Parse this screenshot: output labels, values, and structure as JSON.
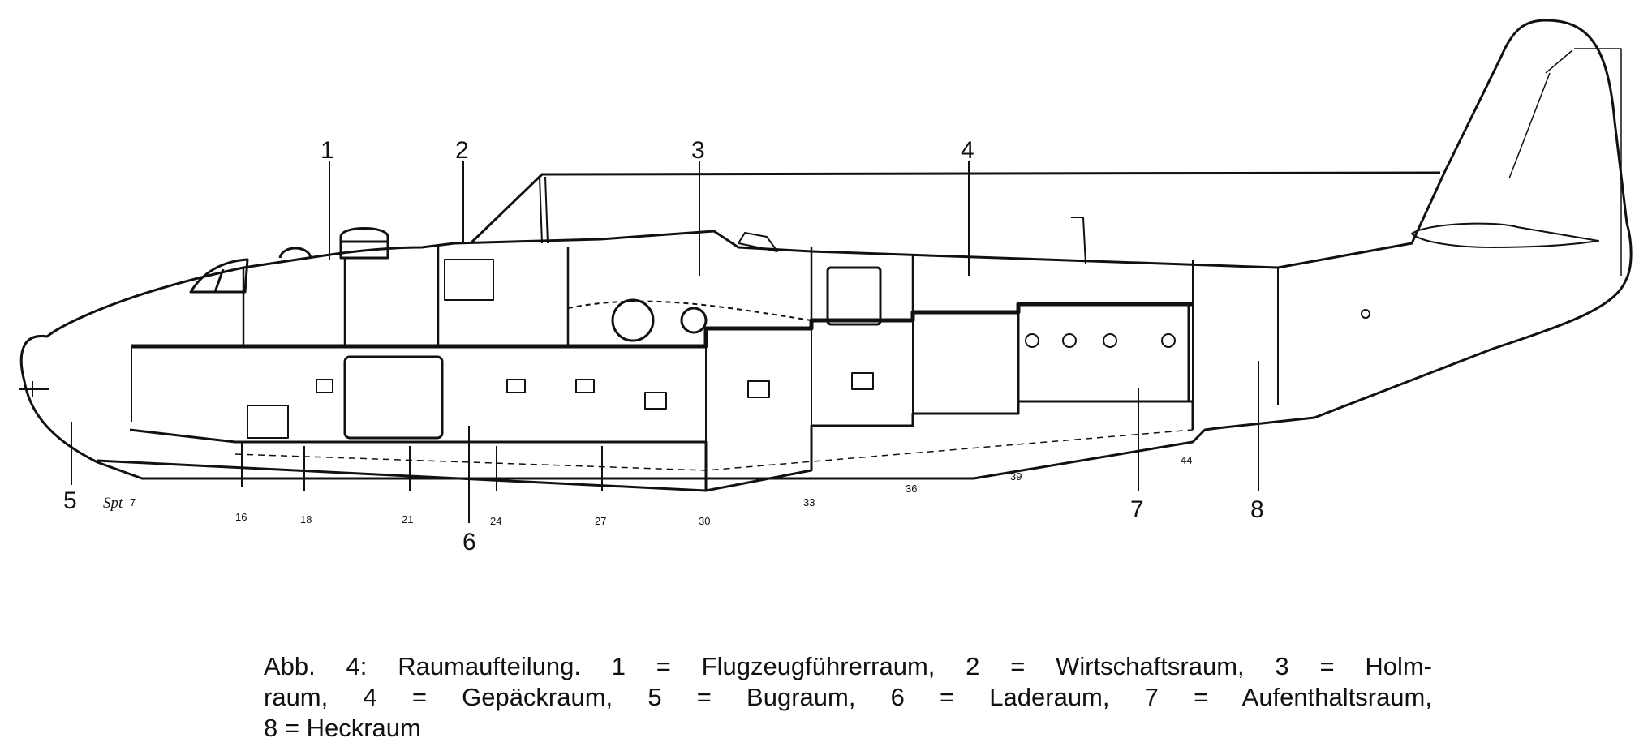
{
  "diagram": {
    "compartment_numbers": [
      "1",
      "2",
      "3",
      "4",
      "5",
      "6",
      "7",
      "8"
    ],
    "frame_prefix": "Spt",
    "frames": [
      "7",
      "16",
      "18",
      "21",
      "24",
      "27",
      "30",
      "33",
      "36",
      "39",
      "44"
    ],
    "caption_lines": [
      "Abb. 4: Raumaufteilung. 1 = Flugzeugführerraum, 2 = Wirtschaftsraum, 3 = Holm-",
      "raum, 4 = Gepäckraum, 5 = Bugraum, 6 = Laderaum, 7 = Aufenthaltsraum,",
      "8 = Heckraum"
    ]
  }
}
